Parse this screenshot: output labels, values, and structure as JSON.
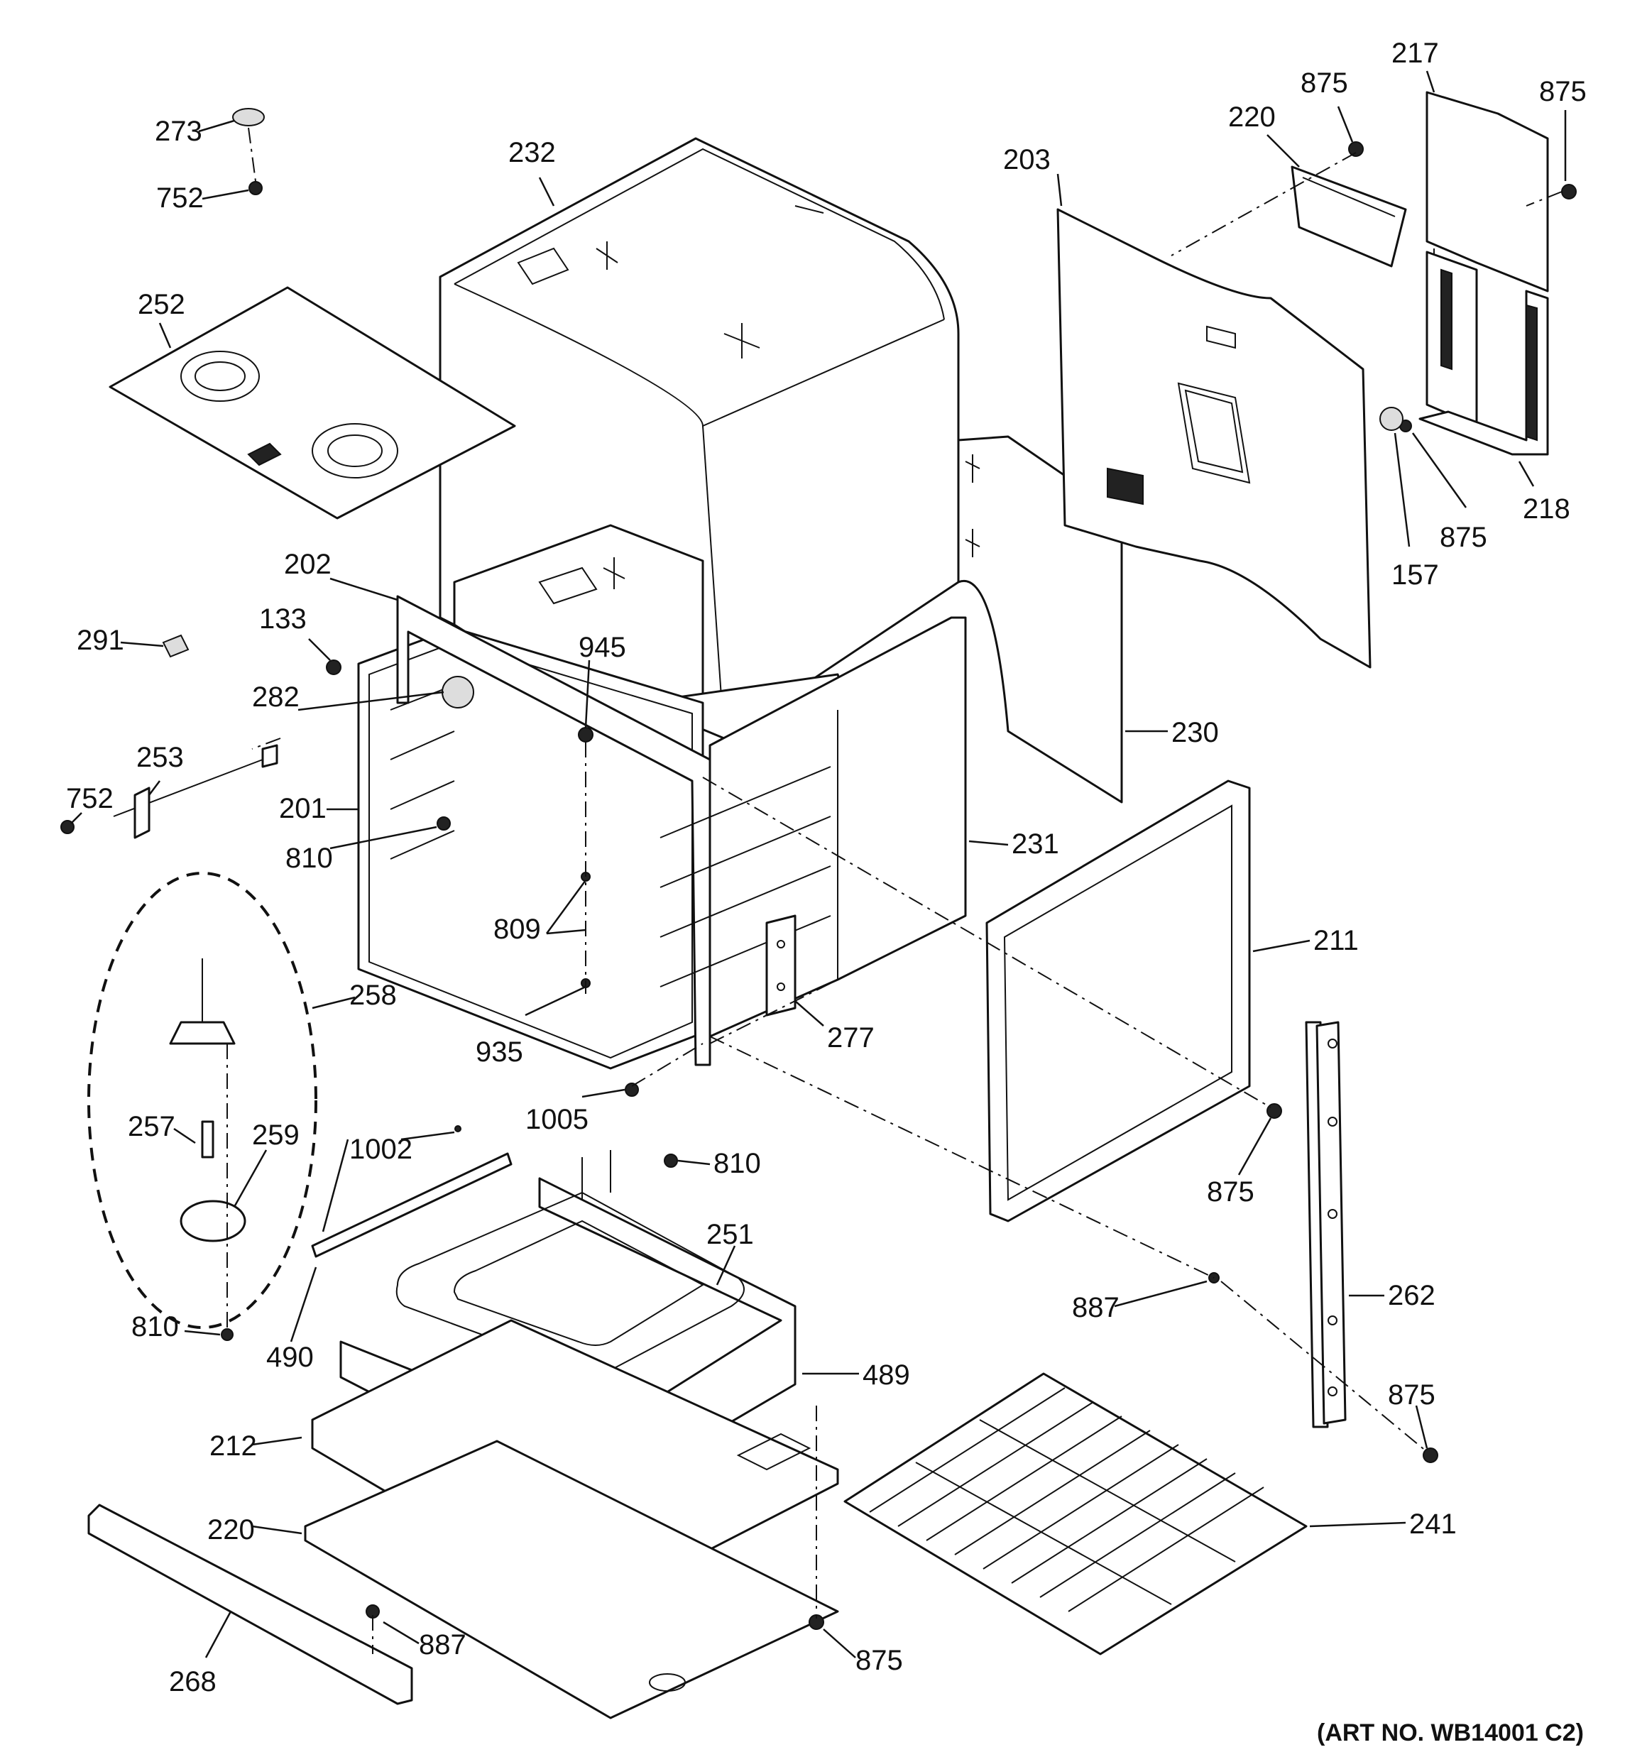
{
  "art_number": "(ART NO. WB14001 C2)",
  "callouts": {
    "c273": "273",
    "c752a": "752",
    "c232": "232",
    "c252": "252",
    "c202": "202",
    "c133": "133",
    "c291": "291",
    "c282": "282",
    "c945": "945",
    "c253": "253",
    "c752b": "752",
    "c201": "201",
    "c810a": "810",
    "c809": "809",
    "c935": "935",
    "c258": "258",
    "c257": "257",
    "c259": "259",
    "c810b": "810",
    "c1005": "1005",
    "c1002": "1002",
    "c810c": "810",
    "c490": "490",
    "c251": "251",
    "c489": "489",
    "c212": "212",
    "c220b": "220",
    "c268": "268",
    "c887b": "887",
    "c875f": "875",
    "c277": "277",
    "c231": "231",
    "c230": "230",
    "c211": "211",
    "c875d": "875",
    "c887a": "887",
    "c262": "262",
    "c875e": "875",
    "c241": "241",
    "c203": "203",
    "c220a": "220",
    "c875a": "875",
    "c217": "217",
    "c875b": "875",
    "c218": "218",
    "c875c": "875",
    "c157": "157"
  }
}
